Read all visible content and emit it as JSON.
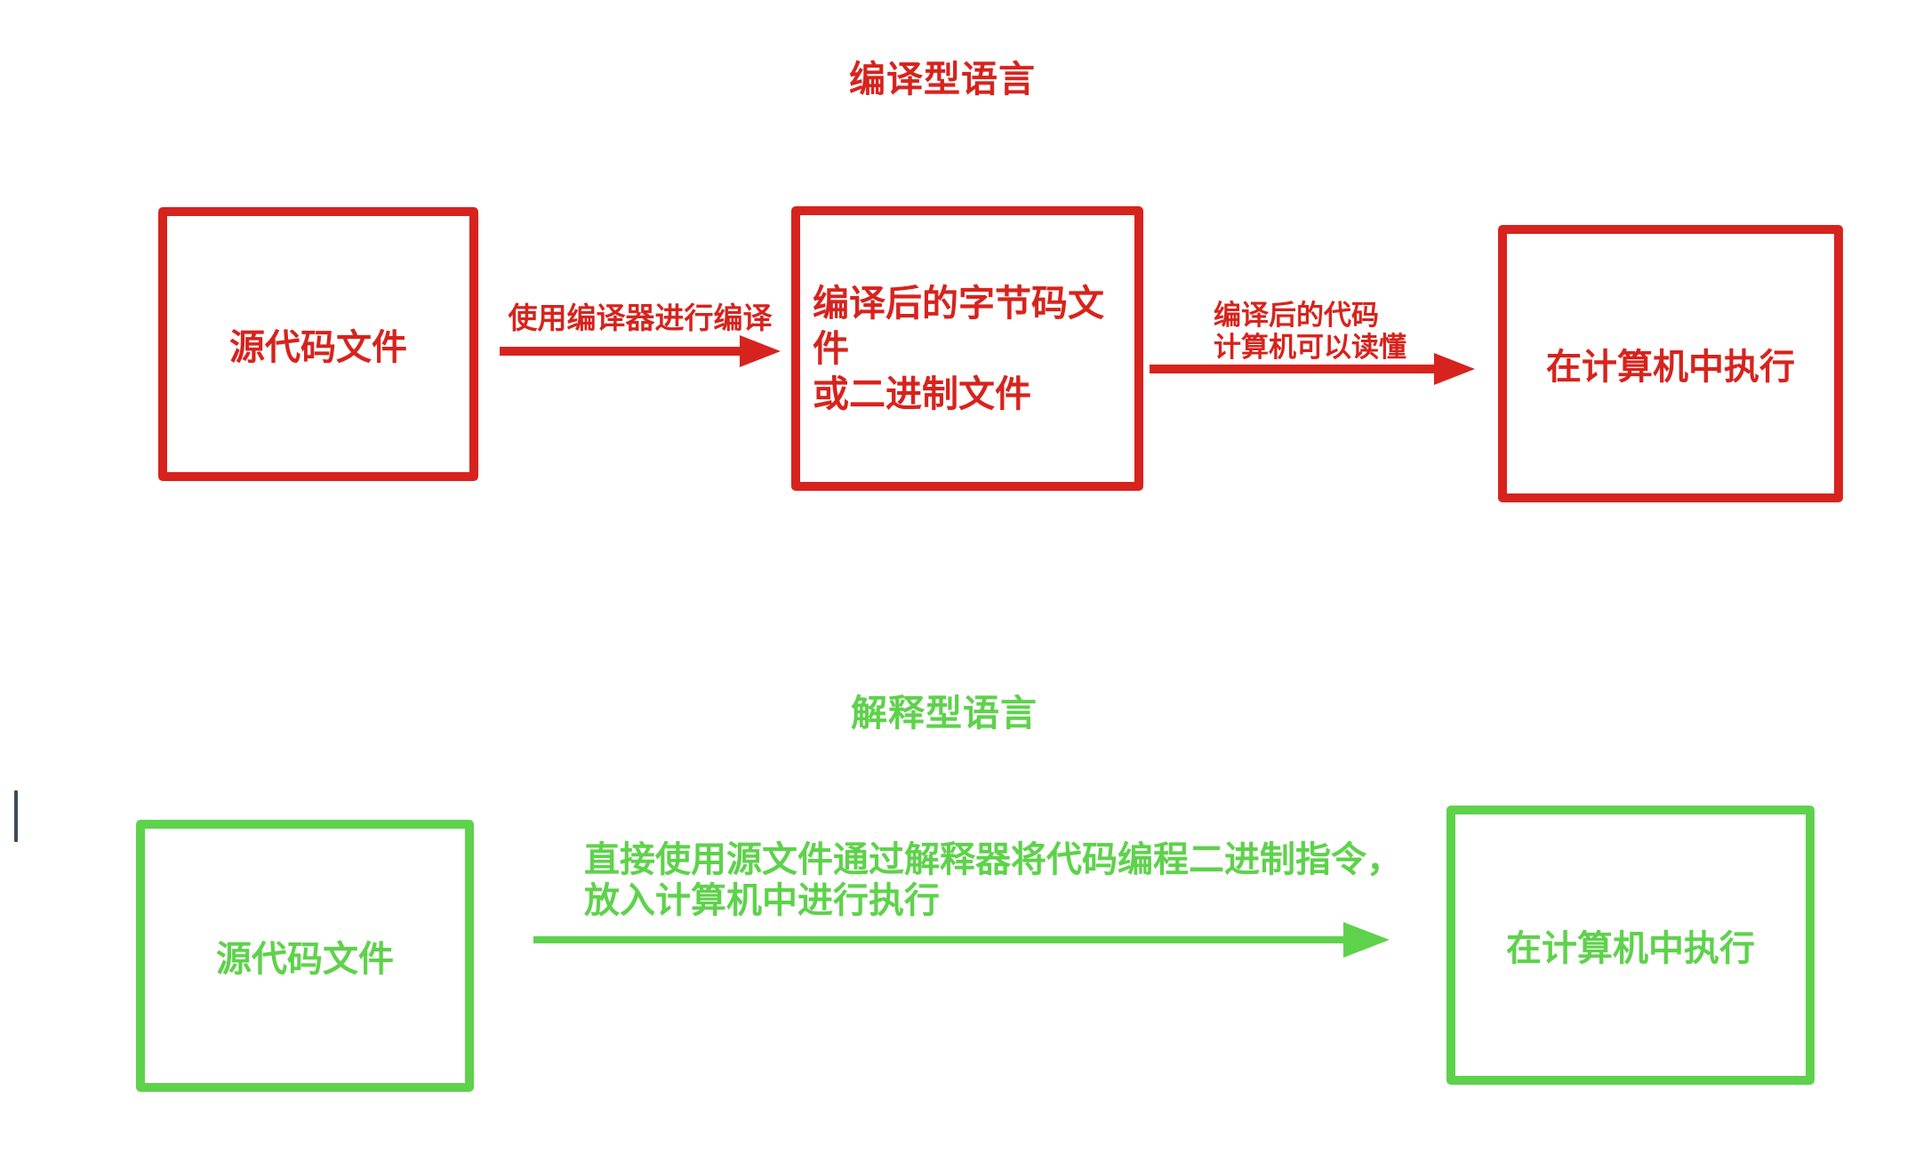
{
  "colors": {
    "red": "#d7231d",
    "green": "#5ed24b",
    "cursor": "#3d4a5c",
    "background": "#ffffff"
  },
  "compiled": {
    "title": "编译型语言",
    "boxes": [
      {
        "id": "source-code",
        "label": "源代码文件"
      },
      {
        "id": "bytecode",
        "lines": [
          "编译后的字节码文件",
          "或二进制文件"
        ]
      },
      {
        "id": "execute",
        "label": "在计算机中执行"
      }
    ],
    "arrows": [
      {
        "id": "compile",
        "label_lines": [
          "使用编译器进行编译"
        ]
      },
      {
        "id": "readable",
        "label_lines": [
          "编译后的代码",
          "计算机可以读懂"
        ]
      }
    ]
  },
  "interpreted": {
    "title": "解释型语言",
    "boxes": [
      {
        "id": "source-code",
        "label": "源代码文件"
      },
      {
        "id": "execute",
        "label": "在计算机中执行"
      }
    ],
    "arrow": {
      "id": "interpret",
      "label_lines": [
        "直接使用源文件通过解释器将代码编程二进制指令，",
        "放入计算机中进行执行"
      ]
    }
  }
}
